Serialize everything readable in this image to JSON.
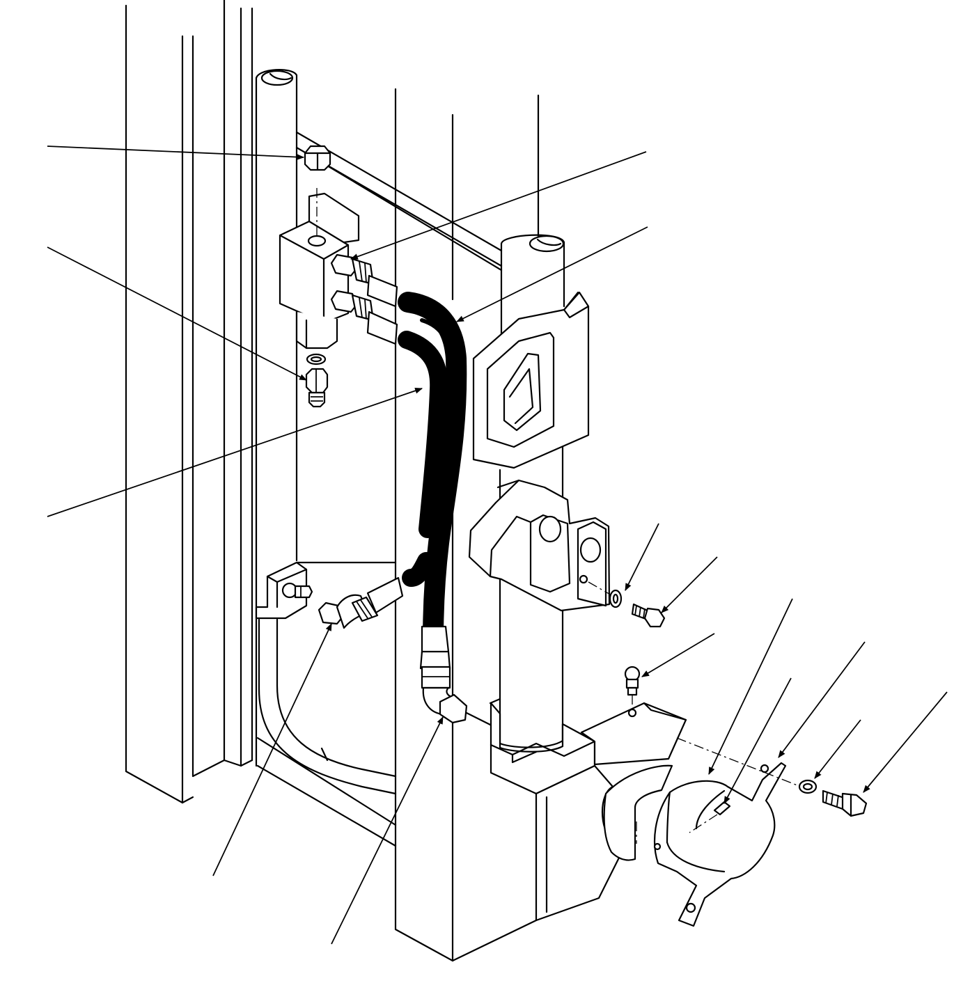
{
  "figure": {
    "colors": {
      "ink": "#000000",
      "paper": "#ffffff"
    },
    "callouts": [
      {
        "name": "cap-screw-top"
      },
      {
        "name": "hose-fitting-top"
      },
      {
        "name": "hose-upper"
      },
      {
        "name": "check-fitting"
      },
      {
        "name": "hose-lower"
      },
      {
        "name": "lockwasher-bracket"
      },
      {
        "name": "capscrew-bracket"
      },
      {
        "name": "grease-fitting"
      },
      {
        "name": "bushing-half"
      },
      {
        "name": "pin"
      },
      {
        "name": "cap-strap"
      },
      {
        "name": "lockwasher-cap"
      },
      {
        "name": "capscrew-cap"
      },
      {
        "name": "elbow-left"
      },
      {
        "name": "elbow-right"
      }
    ]
  }
}
